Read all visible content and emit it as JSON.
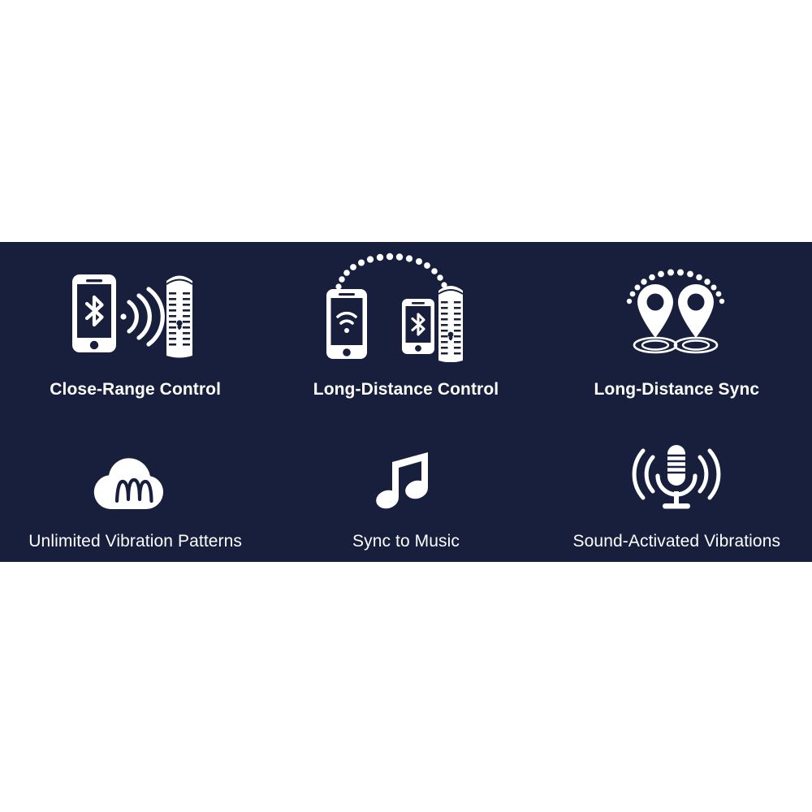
{
  "page": {
    "background_color": "#ffffff",
    "banner_color": "#171f3d",
    "text_color": "#ffffff"
  },
  "banner": {
    "rows": [
      {
        "features": [
          {
            "icon": "phone-bluetooth-signal-device-icon",
            "label": "Close-Range Control"
          },
          {
            "icon": "phone-wifi-arc-phone-bluetooth-device-icon",
            "label": "Long-Distance Control"
          },
          {
            "icon": "two-map-pins-arc-icon",
            "label": "Long-Distance Sync"
          }
        ]
      },
      {
        "features": [
          {
            "icon": "cloud-waveform-icon",
            "label": "Unlimited Vibration Patterns"
          },
          {
            "icon": "music-note-icon",
            "label": "Sync to Music"
          },
          {
            "icon": "microphone-soundwaves-icon",
            "label": "Sound-Activated Vibrations"
          }
        ]
      }
    ]
  }
}
